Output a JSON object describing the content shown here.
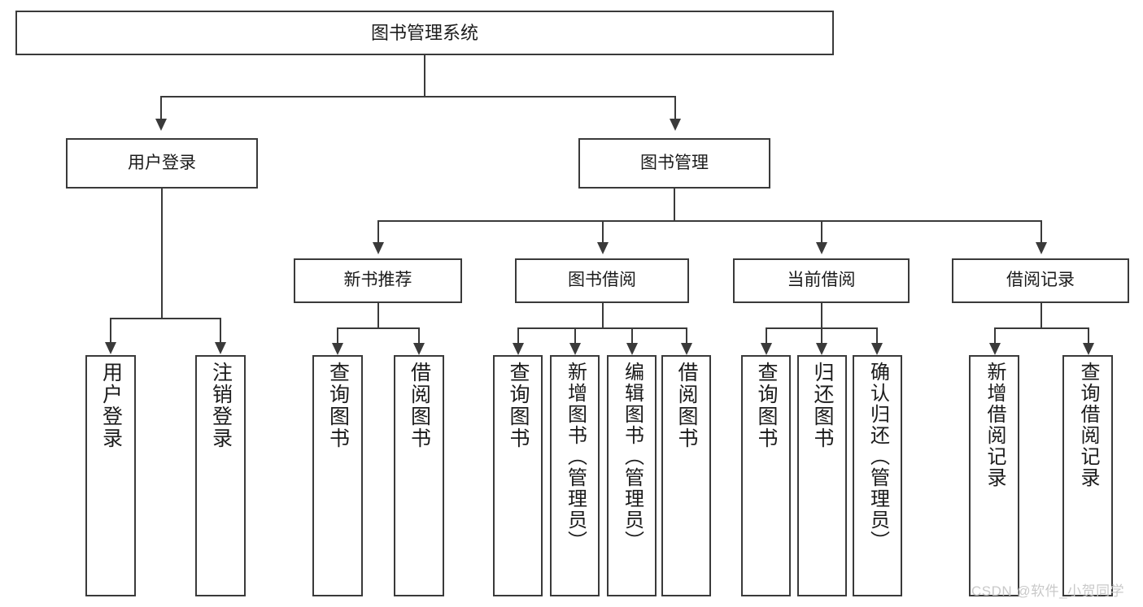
{
  "diagram": {
    "type": "tree-hierarchy-chart",
    "title": "图书管理系统",
    "style": {
      "box_border_color": "#3a3a3a",
      "box_fill_color": "#ffffff",
      "connector_color": "#3a3a3a",
      "text_color": "#1b1b1b",
      "background_color": "#ffffff"
    },
    "levels": {
      "level1": [
        "图书管理系统"
      ],
      "level2": [
        "用户登录",
        "图书管理"
      ],
      "level3": [
        "新书推荐",
        "图书借阅",
        "当前借阅",
        "借阅记录"
      ],
      "level4": [
        "用户登录",
        "注销登录",
        "查询图书",
        "借阅图书",
        "查询图书",
        "新增图书（管理员）",
        "编辑图书（管理员）",
        "借阅图书",
        "查询图书",
        "归还图书",
        "确认归还（管理员）",
        "新增借阅记录",
        "查询借阅记录"
      ]
    },
    "nodes": {
      "root": {
        "label": "图书管理系统"
      },
      "user_login": {
        "label": "用户登录"
      },
      "book_manage": {
        "label": "图书管理"
      },
      "new_book_rec": {
        "label": "新书推荐"
      },
      "book_borrow": {
        "label": "图书借阅"
      },
      "current_borrow": {
        "label": "当前借阅"
      },
      "borrow_record": {
        "label": "借阅记录"
      },
      "leaf_user_login": {
        "label": "用户登录"
      },
      "leaf_logout": {
        "label": "注销登录"
      },
      "leaf_query_book_1": {
        "label": "查询图书"
      },
      "leaf_borrow_book_1": {
        "label": "借阅图书"
      },
      "leaf_query_book_2": {
        "label": "查询图书"
      },
      "leaf_add_book": {
        "label": "新增图书（管理员）"
      },
      "leaf_edit_book": {
        "label": "编辑图书（管理员）"
      },
      "leaf_borrow_book_2": {
        "label": "借阅图书"
      },
      "leaf_query_book_3": {
        "label": "查询图书"
      },
      "leaf_return_book": {
        "label": "归还图书"
      },
      "leaf_confirm_return": {
        "label": "确认归还（管理员）"
      },
      "leaf_add_record": {
        "label": "新增借阅记录"
      },
      "leaf_query_record": {
        "label": "查询借阅记录"
      }
    }
  },
  "watermark": {
    "text": "CSDN @软件_小贺同学"
  }
}
